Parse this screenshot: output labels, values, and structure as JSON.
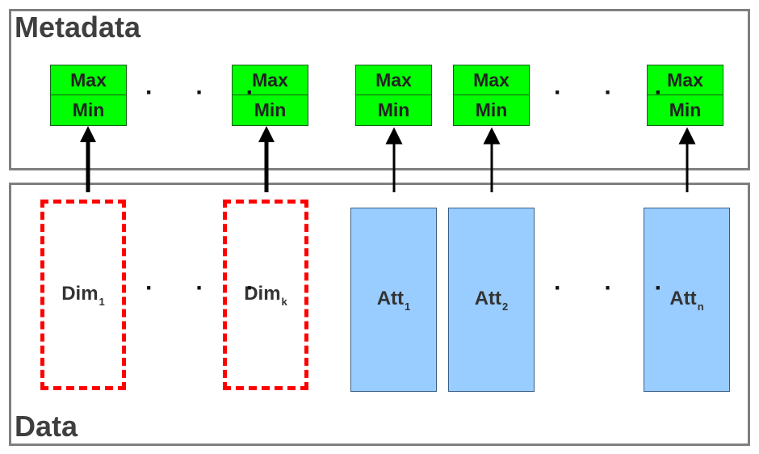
{
  "metadata_title": "Metadata",
  "data_title": "Data",
  "metadata_boxes": [
    {
      "max": "Max",
      "min": "Min"
    },
    {
      "max": "Max",
      "min": "Min"
    },
    {
      "max": "Max",
      "min": "Min"
    },
    {
      "max": "Max",
      "min": "Min"
    },
    {
      "max": "Max",
      "min": "Min"
    }
  ],
  "dimension_columns": [
    {
      "name": "Dim",
      "subscript": "1"
    },
    {
      "name": "Dim",
      "subscript": "k"
    }
  ],
  "attribute_columns": [
    {
      "name": "Att",
      "subscript": "1"
    },
    {
      "name": "Att",
      "subscript": "2"
    },
    {
      "name": "Att",
      "subscript": "n"
    }
  ],
  "ellipsis": "· · ·",
  "colors": {
    "metadata_box": "#00ff00",
    "dimension_border": "#ff0000",
    "attribute_fill": "#99ccff",
    "panel_border": "#7f7f7f"
  }
}
